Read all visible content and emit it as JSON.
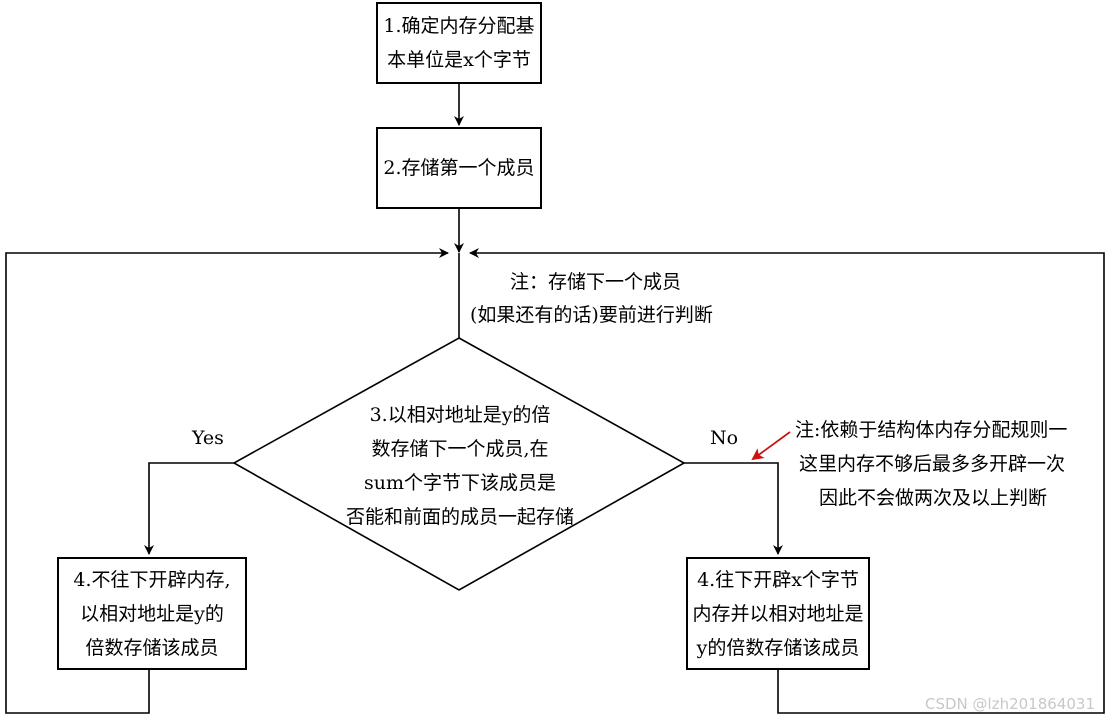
{
  "nodes": {
    "step1": {
      "lines": [
        "1.确定内存分配基",
        "本单位是x个字节"
      ]
    },
    "step2": {
      "lines": [
        "2.存储第一个成员"
      ]
    },
    "step3": {
      "lines": [
        "3.以相对地址是y的倍",
        "数存储下一个成员,在",
        "sum个字节下该成员是",
        "否能和前面的成员一起存储"
      ]
    },
    "step4_left": {
      "lines": [
        "4.不往下开辟内存,",
        "以相对地址是y的",
        "倍数存储该成员"
      ]
    },
    "step4_right": {
      "lines": [
        "4.往下开辟x个字节",
        "内存并以相对地址是",
        "y的倍数存储该成员"
      ]
    }
  },
  "edges": {
    "yes_label": "Yes",
    "no_label": "No"
  },
  "notes": {
    "top": [
      "注：存储下一个成员",
      "(如果还有的话)要前进行判断"
    ],
    "right": [
      "注:依赖于结构体内存分配规则一",
      "这里内存不够后最多多开辟一次",
      "因此不会做两次及以上判断"
    ]
  },
  "colors": {
    "arrow_note": "#cc1111",
    "line": "#000000"
  },
  "watermark": "CSDN @lzh201864031"
}
